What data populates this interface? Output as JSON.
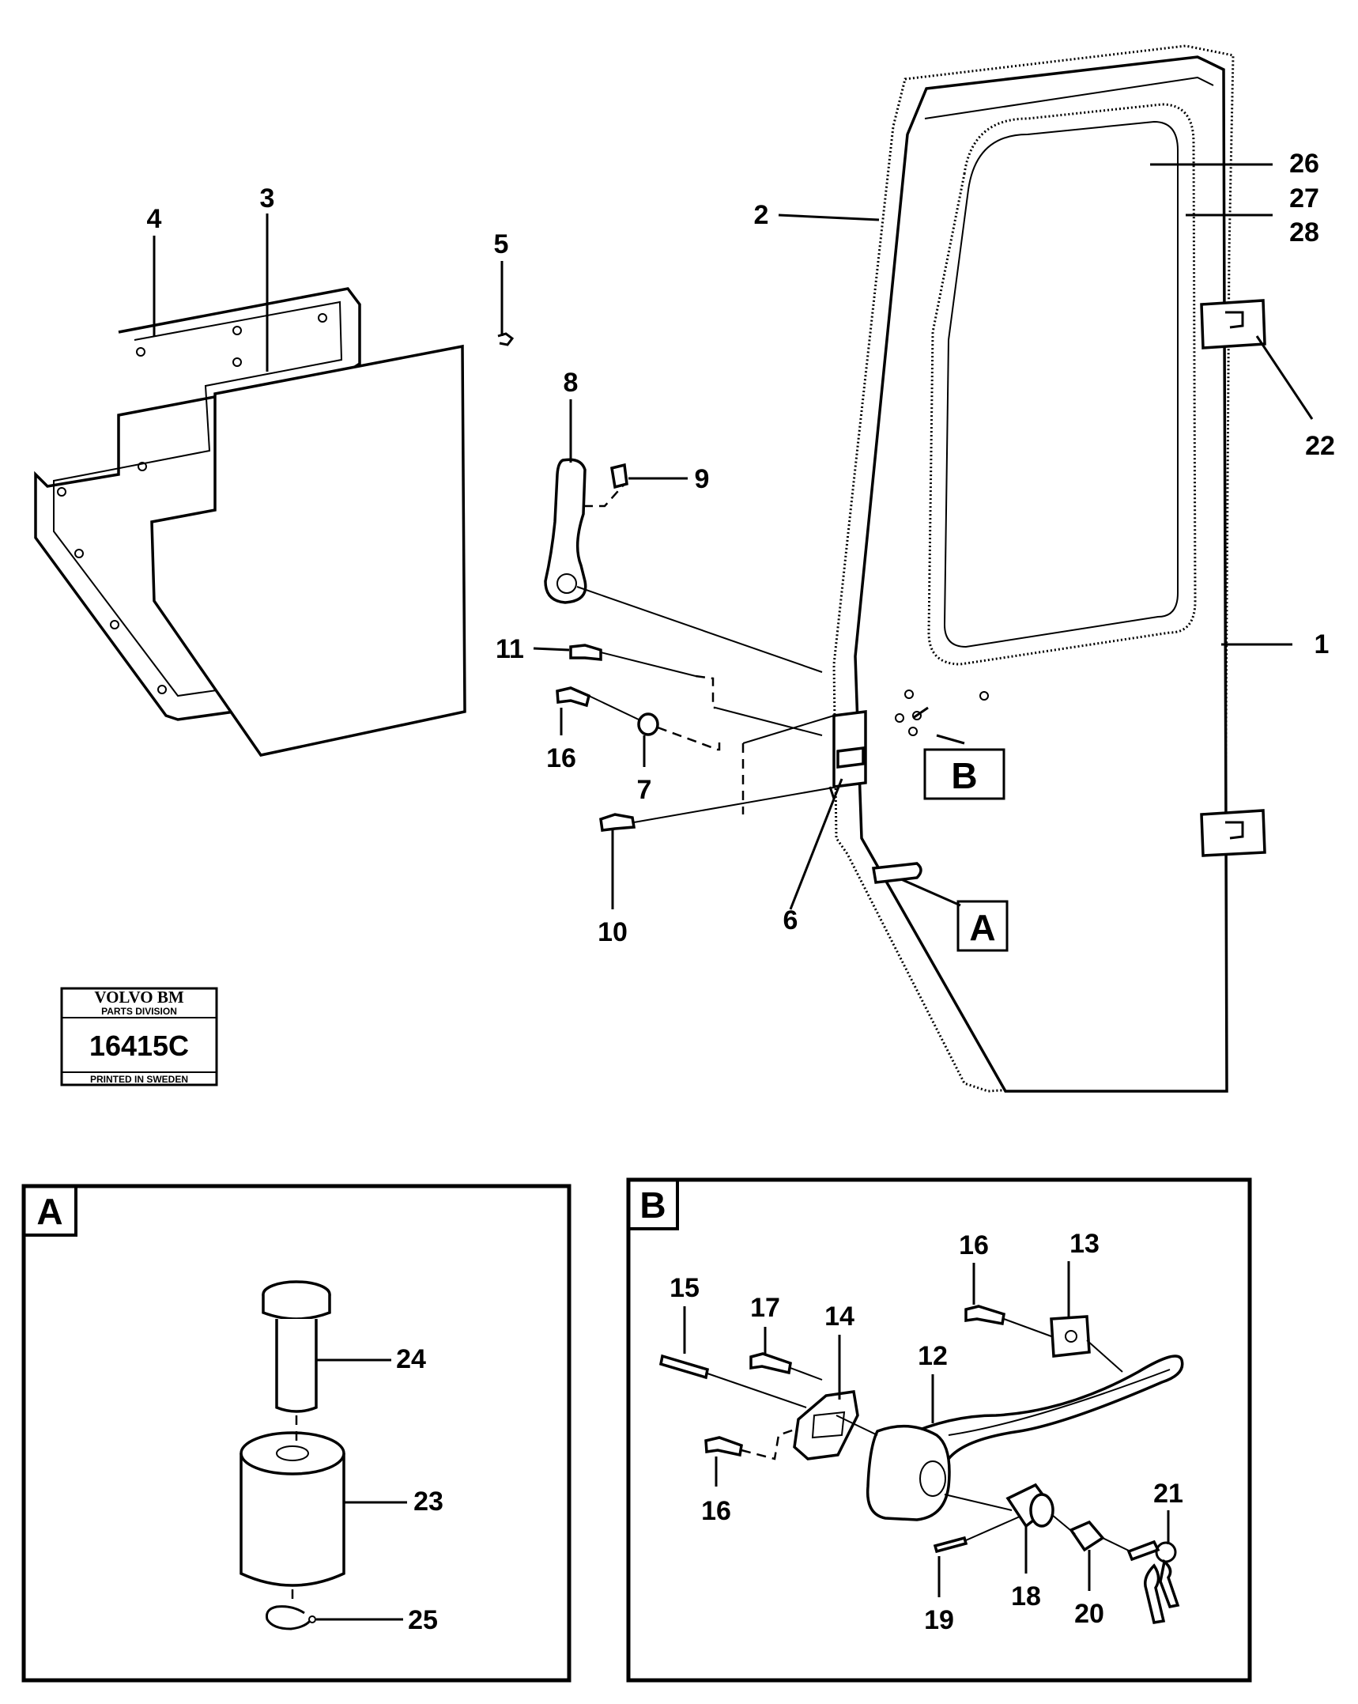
{
  "callouts": {
    "c1": "1",
    "c2": "2",
    "c3": "3",
    "c4": "4",
    "c5": "5",
    "c6": "6",
    "c7": "7",
    "c8": "8",
    "c9": "9",
    "c10": "10",
    "c11": "11",
    "c16a": "16",
    "c22": "22",
    "c26": "26",
    "c27": "27",
    "c28": "28",
    "c12": "12",
    "c13": "13",
    "c14": "14",
    "c15": "15",
    "c16b": "16",
    "c16c": "16",
    "c17": "17",
    "c18": "18",
    "c19": "19",
    "c20": "20",
    "c21": "21",
    "c23": "23",
    "c24": "24",
    "c25": "25"
  },
  "references": {
    "ref_a": "A",
    "ref_b": "B",
    "panel_a": "A",
    "panel_b": "B"
  },
  "stamp": {
    "brand": "VOLVO BM",
    "division": "PARTS DIVISION",
    "code": "16415C",
    "printed": "PRINTED IN SWEDEN"
  }
}
